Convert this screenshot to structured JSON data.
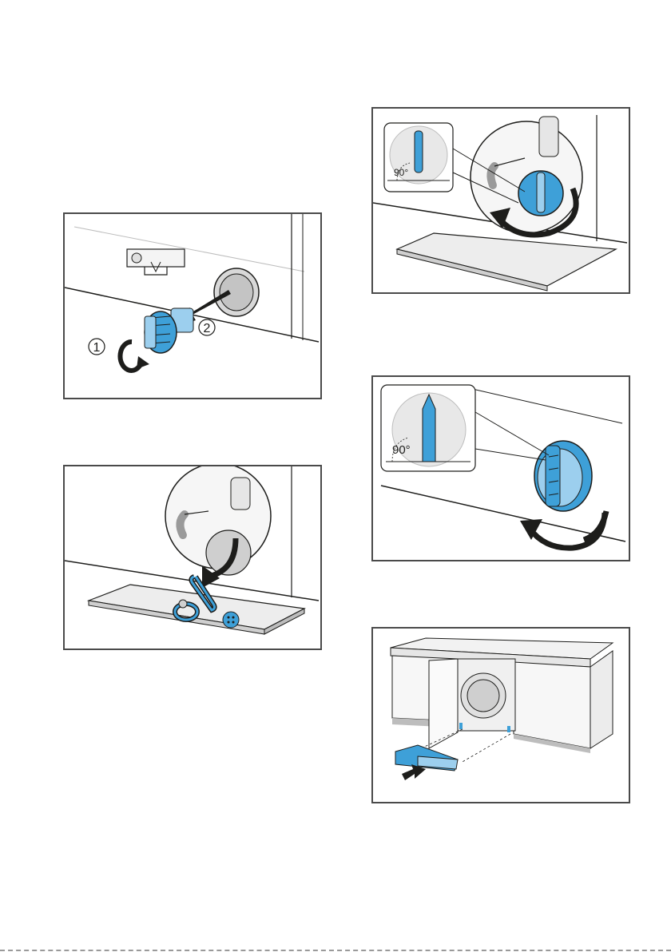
{
  "step1": {
    "marker_1": "1",
    "marker_2": "2"
  },
  "step4": {
    "angle_label": "90°"
  },
  "step5": {
    "angle_label": "90°"
  },
  "colors": {
    "accent": "#3ea0d8",
    "accent_light": "#9ccfee",
    "outline": "#1d1d1b",
    "frame": "#4a4a4a"
  },
  "icons": [
    "drain-pump-cap-icon",
    "rotate-arrow-icon",
    "pull-arrow-icon",
    "paper-clip-icon",
    "button-icon",
    "ring-icon",
    "push-arrow-icon"
  ]
}
